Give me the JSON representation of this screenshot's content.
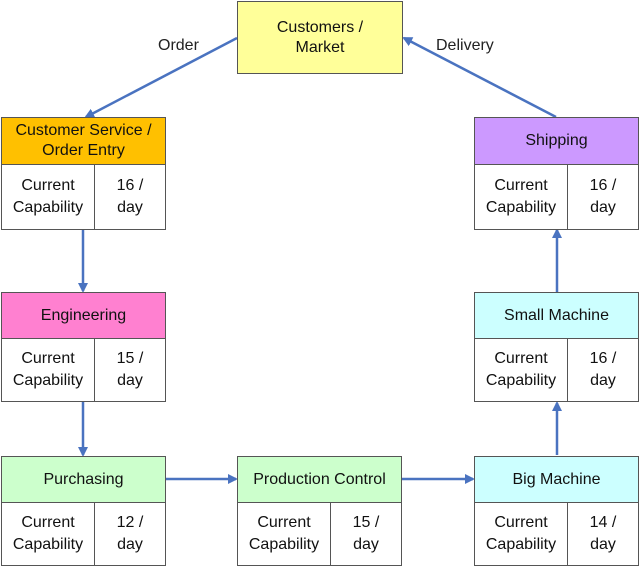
{
  "top": {
    "line1": "Customers /",
    "line2": "Market",
    "color": "#FFFF99"
  },
  "edges": {
    "order_label": "Order",
    "delivery_label": "Delivery",
    "arrow_color": "#4A73C0"
  },
  "nodes": {
    "customer_service": {
      "title_line1": "Customer Service /",
      "title_line2": "Order Entry",
      "color": "#FFC000",
      "cap_line1": "Current",
      "cap_line2": "Capability",
      "rate_line1": "16 /",
      "rate_line2": "day"
    },
    "engineering": {
      "title": "Engineering",
      "color": "#FF80D0",
      "cap_line1": "Current",
      "cap_line2": "Capability",
      "rate_line1": "15 /",
      "rate_line2": "day"
    },
    "purchasing": {
      "title": "Purchasing",
      "color": "#CCFFCC",
      "cap_line1": "Current",
      "cap_line2": "Capability",
      "rate_line1": "12 /",
      "rate_line2": "day"
    },
    "production": {
      "title": "Production Control",
      "color": "#CCFFCC",
      "cap_line1": "Current",
      "cap_line2": "Capability",
      "rate_line1": "15 /",
      "rate_line2": "day"
    },
    "big_machine": {
      "title": "Big Machine",
      "color": "#CCFFFF",
      "cap_line1": "Current",
      "cap_line2": "Capability",
      "rate_line1": "14 /",
      "rate_line2": "day"
    },
    "small_machine": {
      "title": "Small Machine",
      "color": "#CCFFFF",
      "cap_line1": "Current",
      "cap_line2": "Capability",
      "rate_line1": "16 /",
      "rate_line2": "day"
    },
    "shipping": {
      "title": "Shipping",
      "color": "#CC99FF",
      "cap_line1": "Current",
      "cap_line2": "Capability",
      "rate_line1": "16 /",
      "rate_line2": "day"
    }
  }
}
